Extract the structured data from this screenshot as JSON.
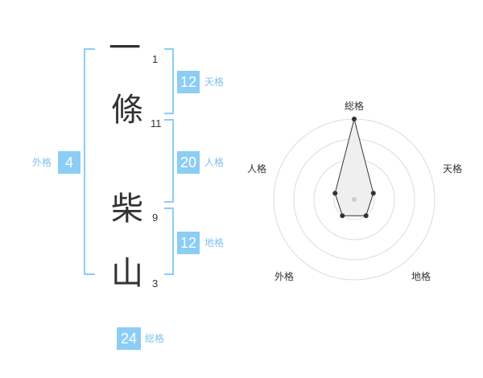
{
  "name_chars": [
    {
      "char": "一",
      "strokes": "1"
    },
    {
      "char": "條",
      "strokes": "11"
    },
    {
      "char": "柴",
      "strokes": "9"
    },
    {
      "char": "山",
      "strokes": "3"
    }
  ],
  "gakusu": {
    "tenkaku": {
      "value": "12",
      "label": "天格"
    },
    "jinkaku": {
      "value": "20",
      "label": "人格"
    },
    "chikaku": {
      "value": "12",
      "label": "地格"
    },
    "gaikaku": {
      "value": "4",
      "label": "外格"
    },
    "soukaku": {
      "value": "24",
      "label": "総格"
    }
  },
  "radar": {
    "axes": [
      "総格",
      "天格",
      "地格",
      "外格",
      "人格"
    ],
    "levels": 4,
    "values": [
      4,
      1,
      1,
      1,
      1
    ],
    "max": 4
  },
  "colors": {
    "accent": "#8ccdf5",
    "accent_text": "#7fc3ee",
    "text": "#333333"
  }
}
